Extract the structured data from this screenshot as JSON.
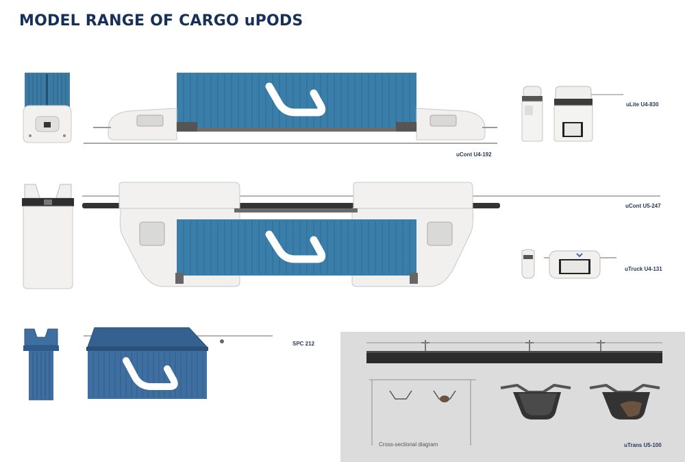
{
  "page": {
    "title": "MODEL RANGE OF CARGO uPODS"
  },
  "models": {
    "ucont_u4_192": {
      "label": "uCont U4-192"
    },
    "ulite_u4_830": {
      "label": "uLite U4-830"
    },
    "ucont_u5_247": {
      "label": "uCont U5-247"
    },
    "utruck_u4_131": {
      "label": "uTruck U4-131"
    },
    "spc_212": {
      "label": "SPC 212"
    },
    "utrans_u5_100": {
      "label": "uTrans U5-100"
    }
  },
  "diagram": {
    "caption": "Cross-sectional diagram"
  },
  "colors": {
    "title": "#16305a",
    "container_blue": "#3a7eaa",
    "pod_blue": "#3f6ea0",
    "pod_white": "#f1f0ee",
    "rail_dark": "#333333",
    "panel_bg": "#dcdcdc"
  }
}
